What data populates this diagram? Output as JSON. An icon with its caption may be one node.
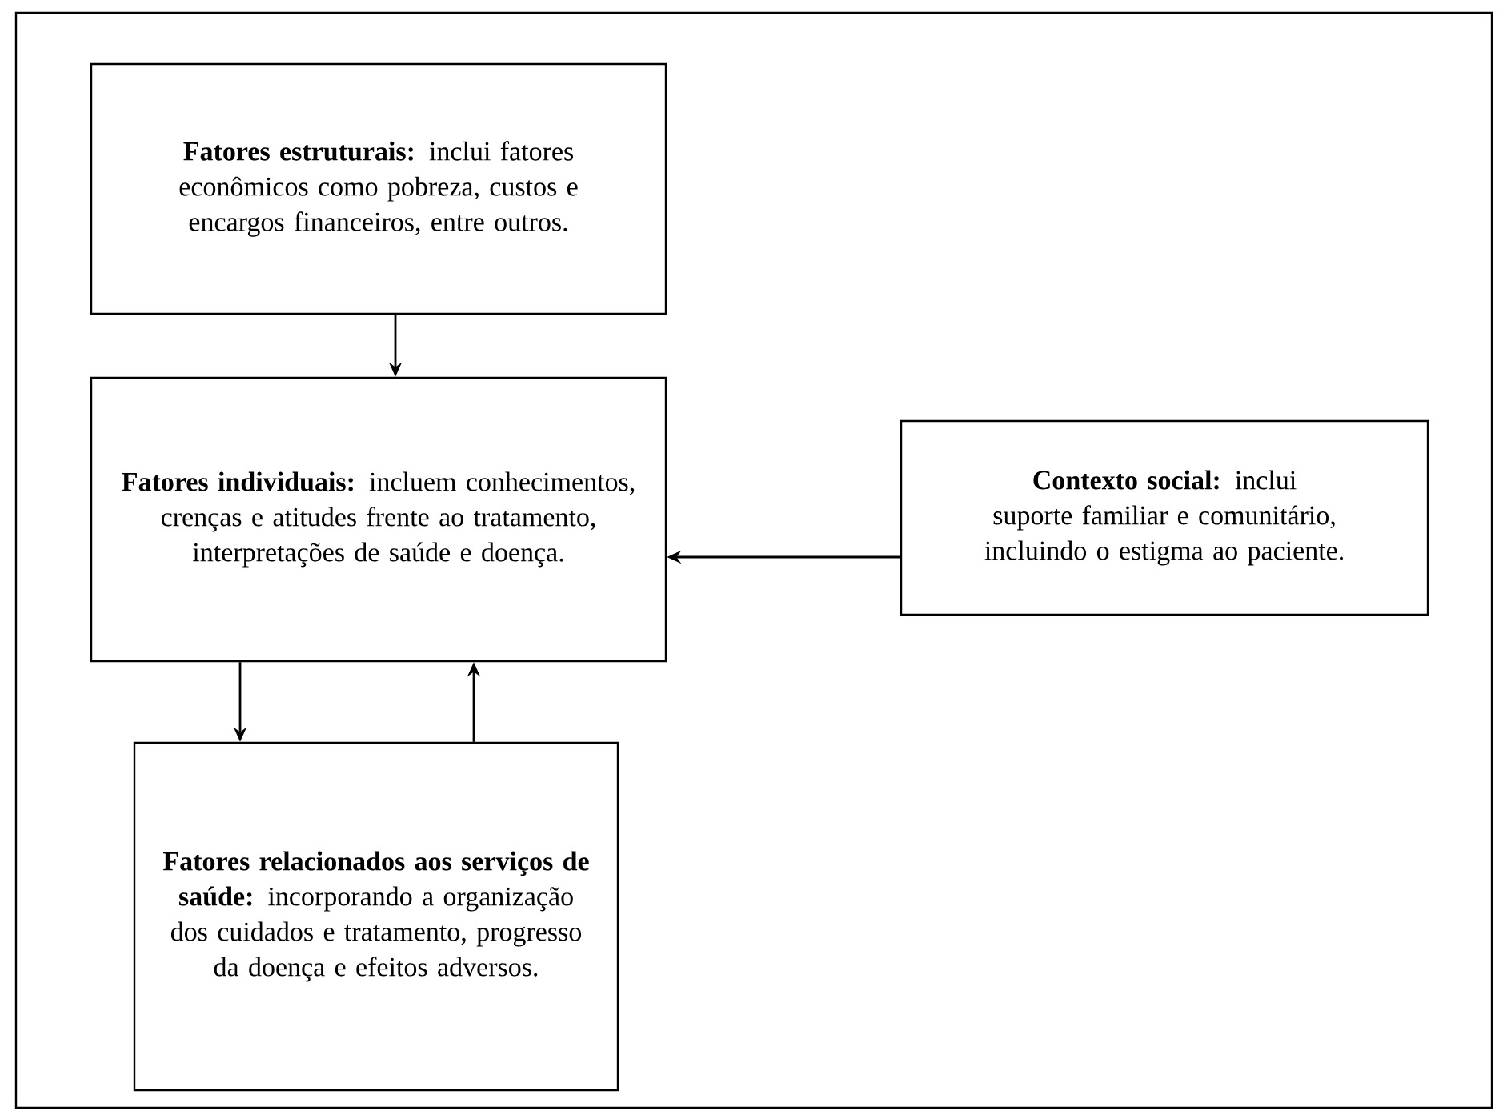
{
  "diagram": {
    "nodes": [
      {
        "text": [
          "**Fatores estruturais:** inclui fatores econômicos como pobreza, custos e encargos financeiros, entre outros."
        ]
      },
      {
        "text": [
          "**Fatores individuais:** incluem conhecimentos, crenças e atitudes frente ao tratamento, interpretações de saúde e doença."
        ]
      },
      {
        "text": [
          "**Contexto social:** inclui suporte familiar e comunitário, incluindo o estigma ao paciente."
        ]
      },
      {
        "text": [
          "**Fatores relacionados aos serviços de saúde:** incorporando a organização dos cuidados e tratamento, progresso da doença e efeitos adversos."
        ]
      }
    ],
    "edges": [
      {
        "from": 0,
        "to": 1,
        "arrow": "to"
      },
      {
        "from": 2,
        "to": 1,
        "arrow": "to"
      },
      {
        "from": 1,
        "to": 3,
        "arrow": "to"
      },
      {
        "from": 3,
        "to": 1,
        "arrow": "to"
      }
    ]
  }
}
